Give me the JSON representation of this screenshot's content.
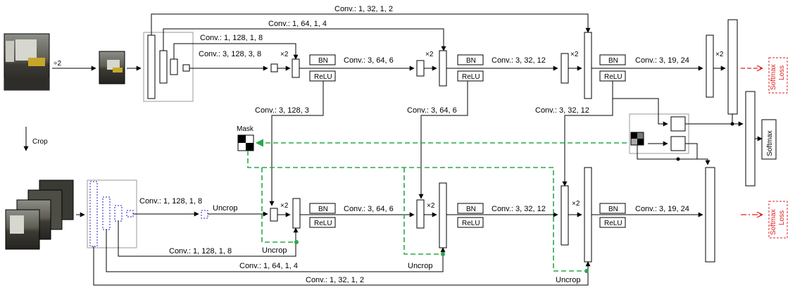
{
  "labels": {
    "div2": "÷2",
    "crop": "Crop",
    "mask": "Mask",
    "times2": "×2",
    "bn": "BN",
    "relu": "ReLU",
    "uncrop": "Uncrop",
    "softmax": "Softmax",
    "loss": "Loss",
    "top_skip_1_32": "Conv.: 1, 32, 1, 2",
    "top_skip_1_64": "Conv.: 1, 64, 1, 4",
    "top_skip_1_128": "Conv.: 1, 128, 1, 8",
    "top_conv_3_128": "Conv.: 3, 128, 3, 8",
    "conv_3_64_6": "Conv.: 3, 64, 6",
    "conv_3_32_12": "Conv.: 3, 32, 12",
    "conv_3_19_24": "Conv.: 3, 19, 24",
    "cross_3_128_3": "Conv.: 3, 128, 3",
    "bot_conv_1_128": "Conv.: 1, 128, 1, 8",
    "bot_skip_1_128": "Conv.: 1, 128, 1, 8",
    "bot_skip_1_64": "Conv.: 1, 64, 1, 4",
    "bot_skip_1_32": "Conv.: 1, 32, 1, 2"
  },
  "colors": {
    "green": "#2aa84a",
    "red": "#e02020",
    "blue": "#2222bb"
  }
}
